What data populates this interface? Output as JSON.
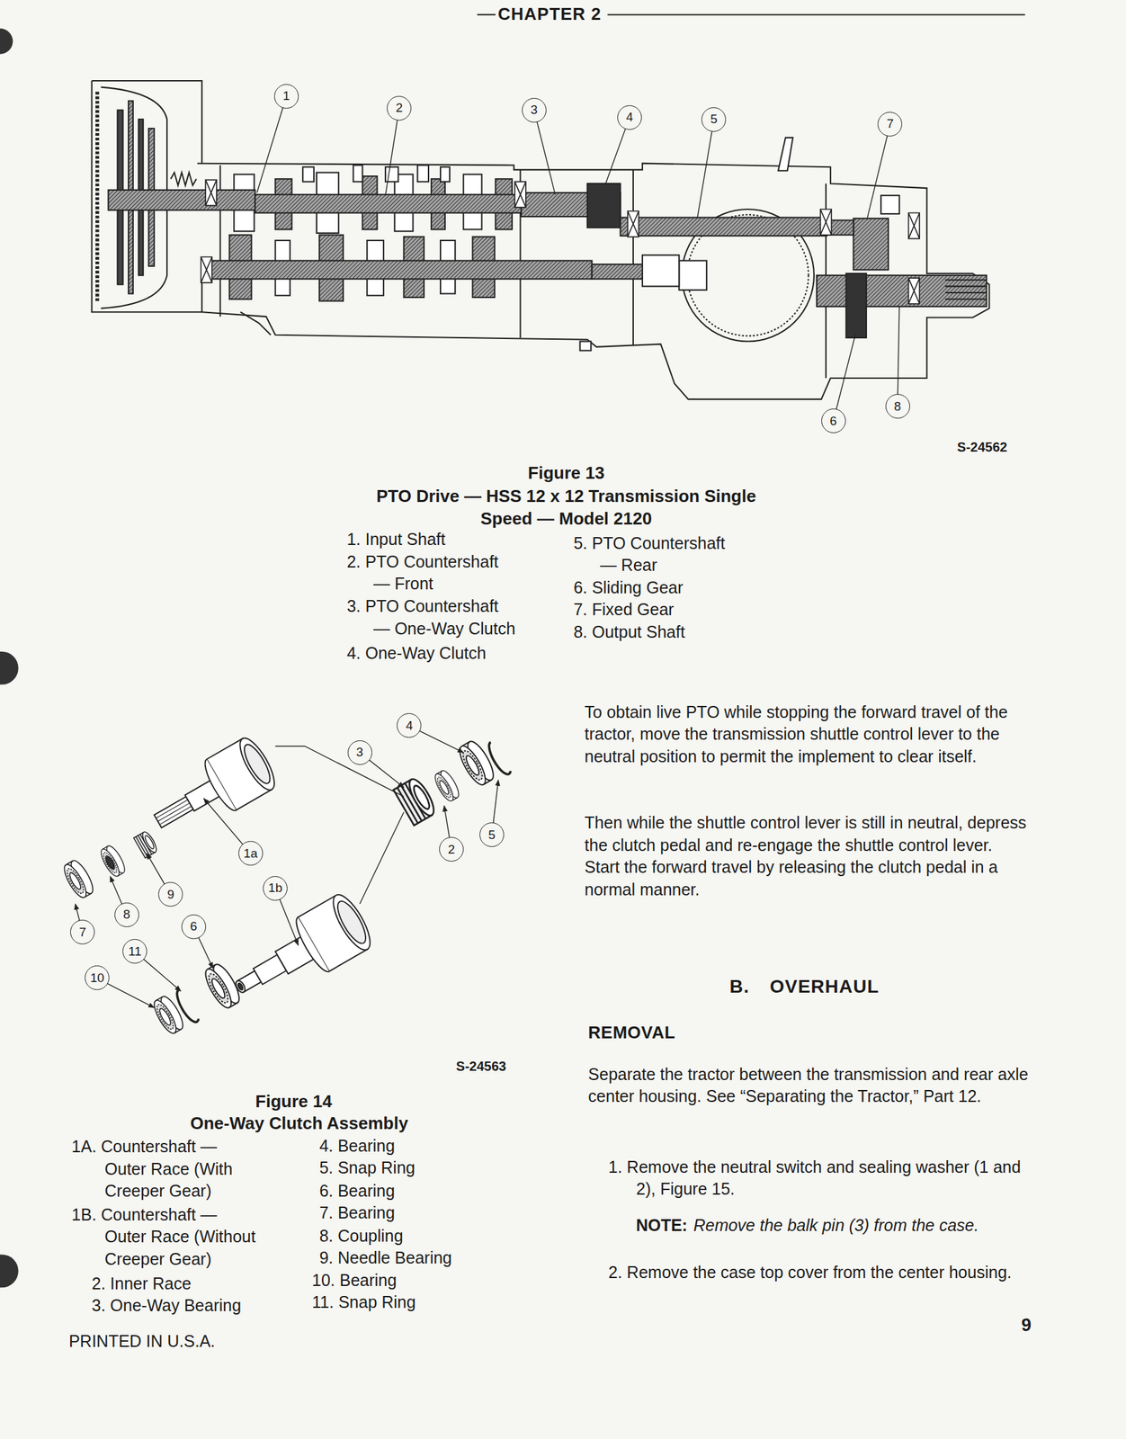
{
  "diagram": {
    "title": "CHAPTER 2",
    "nodes": [
      {
        "text": [
          "1"
        ]
      },
      {
        "text": [
          "2"
        ]
      },
      {
        "text": [
          "3"
        ]
      },
      {
        "text": [
          "4"
        ]
      },
      {
        "text": [
          "5"
        ]
      },
      {
        "text": [
          "7"
        ]
      },
      {
        "text": [
          "6"
        ]
      },
      {
        "text": [
          "8"
        ]
      },
      {
        "text": [
          "4"
        ]
      },
      {
        "text": [
          "3"
        ]
      },
      {
        "text": [
          "5"
        ]
      },
      {
        "text": [
          "2"
        ]
      },
      {
        "text": [
          "1a"
        ]
      },
      {
        "text": [
          "1b"
        ]
      },
      {
        "text": [
          "9"
        ]
      },
      {
        "text": [
          "8"
        ]
      },
      {
        "text": [
          "6"
        ]
      },
      {
        "text": [
          "7"
        ]
      },
      {
        "text": [
          "11"
        ]
      },
      {
        "text": [
          "10"
        ]
      }
    ],
    "labels": [
      "S-24562",
      "Figure 13",
      "PTO Drive — HSS 12 x 12 Transmission Single Speed — Model 2120",
      "1. Input Shaft",
      "2. PTO Countershaft — Front",
      "3. PTO Countershaft — One-Way Clutch",
      "4. One-Way Clutch",
      "5. PTO Countershaft — Rear",
      "6. Sliding Gear",
      "7. Fixed Gear",
      "8. Output Shaft",
      "To obtain live PTO while stopping the forward travel of the tractor, move the transmission shuttle control lever to the neutral position to permit the implement to clear itself.",
      "Then while the shuttle control lever is still in neutral, depress the clutch pedal and re-engage the shuttle control lever. Start the forward travel by releasing the clutch pedal in a normal manner.",
      "B. OVERHAUL",
      "REMOVAL",
      "Separate the tractor between the transmission and rear axle center housing. See “Separating the Tractor,” Part 12.",
      "1. Remove the neutral switch and sealing washer (1 and 2), Figure 15.",
      "NOTE:",
      "Remove the balk pin (3) from the case.",
      "2. Remove the case top cover from the center housing.",
      "9",
      "PRINTED IN U.S.A.",
      "S-24563",
      "Figure 14",
      "One-Way Clutch Assembly",
      "1A. Countershaft — Outer Race (With Creeper Gear)",
      "1B. Countershaft — Outer Race (Without Creeper Gear)",
      "2. Inner Race",
      "3. One-Way Bearing",
      "4. Bearing",
      "5. Snap Ring",
      "6. Bearing",
      "7. Bearing",
      "8. Coupling",
      "9. Needle Bearing",
      "10. Bearing",
      "11. Snap Ring"
    ]
  }
}
